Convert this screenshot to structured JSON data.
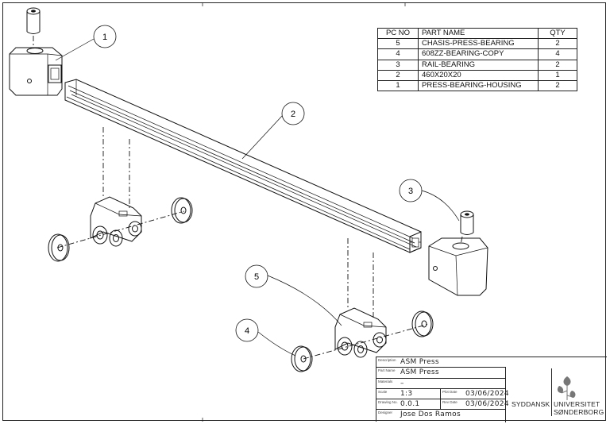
{
  "bom": {
    "headers": [
      "PC NO",
      "PART NAME",
      "QTY"
    ],
    "rows": [
      {
        "pc": "5",
        "name": "CHASIS-PRESS-BEARING",
        "qty": "2"
      },
      {
        "pc": "4",
        "name": "608ZZ-BEARING-COPY",
        "qty": "4"
      },
      {
        "pc": "3",
        "name": "RAIL-BEARING",
        "qty": "2"
      },
      {
        "pc": "2",
        "name": "460X20X20",
        "qty": "1"
      },
      {
        "pc": "1",
        "name": "PRESS-BEARING-HOUSING",
        "qty": "2"
      }
    ]
  },
  "balloons": [
    "1",
    "2",
    "3",
    "4",
    "5"
  ],
  "title_block": {
    "labels": {
      "description": "Description",
      "part_name": "Part Name",
      "materials": "Materials",
      "scale": "Scale",
      "drawing_no": "Drawing No.",
      "designer": "Designer",
      "plot_date": "Plot Date",
      "rev_date": "Rev Date"
    },
    "description": "ASM Press",
    "part_name": "ASM Press",
    "materials": "–",
    "scale": "1:3",
    "drawing_no": "0.0.1",
    "designer": "Jose Dos Ramos",
    "plot_date": "03/06/2024",
    "rev_date": "03/06/2024",
    "university_left": "SYDDANSK",
    "university_right_1": "UNIVERSITET",
    "university_right_2": "SØNDERBORG"
  }
}
